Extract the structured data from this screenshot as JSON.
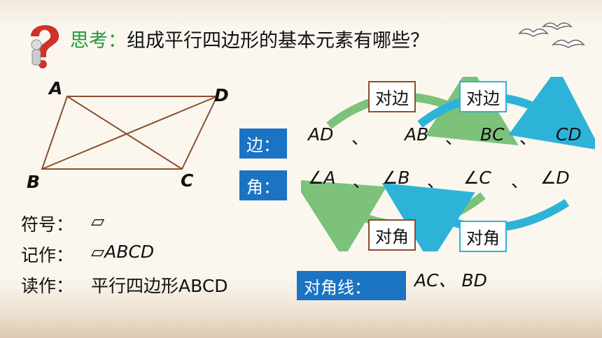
{
  "title": {
    "lead": "思考：",
    "question": "组成平行四边形的基本元素有哪些？"
  },
  "vertices": {
    "a": "A",
    "b": "B",
    "c": "C",
    "d": "D"
  },
  "labels": {
    "sides": "边：",
    "angles": "角：",
    "diagonals": "对角线："
  },
  "sides": {
    "s1": "AD",
    "s2": "AB",
    "s3": "BC",
    "s4": "CD",
    "sep": "、"
  },
  "angles": {
    "a1": "∠A",
    "a2": "∠B",
    "a3": "∠C",
    "a4": "∠D",
    "sep": "、"
  },
  "diagonals": {
    "text": "AC、 BD"
  },
  "callouts": {
    "opp_side_1": "对边",
    "opp_side_2": "对边",
    "opp_angle_1": "对角",
    "opp_angle_2": "对角"
  },
  "notation": {
    "symbol_label": "符号：",
    "symbol": "▱",
    "write_label": "记作：",
    "write_value": "▱ABCD",
    "read_label": "读作：",
    "read_value": "平行四边形ABCD"
  },
  "colors": {
    "green": "#1f9a3a",
    "blue": "#1a73c3",
    "cyan": "#2eb3d8",
    "brown": "#8b4f2e",
    "arrow_green": "#7cc27a"
  },
  "icons": [
    "question-mark-thinker-icon",
    "birds-icon"
  ]
}
